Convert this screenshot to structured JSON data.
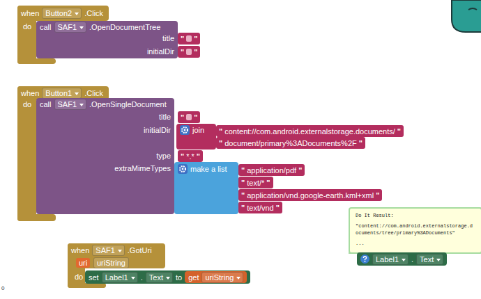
{
  "diagram": {
    "nodes": [
      {
        "text": [
          "when",
          "Button2",
          ".Click",
          "do"
        ]
      },
      {
        "text": [
          "call",
          "SAF1",
          ".OpenDocumentTree",
          "title",
          "initialDir"
        ],
        "in": 0
      },
      {
        "text": [
          "\"",
          "\""
        ],
        "in": 1
      },
      {
        "text": [
          "\"",
          "\""
        ],
        "in": 1
      },
      {
        "text": [
          "when",
          "Button1",
          ".Click",
          "do"
        ]
      },
      {
        "text": [
          "call",
          "SAF1",
          ".OpenSingleDocument",
          "title",
          "initialDir",
          "type",
          "extraMimeTypes"
        ],
        "in": 4
      },
      {
        "text": [
          "\"",
          "\""
        ],
        "in": 5
      },
      {
        "text": [
          "join"
        ],
        "in": 5
      },
      {
        "text": [
          "\"",
          "content://com.android.externalstorage.documents/",
          "\""
        ],
        "in": 7
      },
      {
        "text": [
          "\"",
          "document/primary%3ADocuments%2F",
          "\""
        ],
        "in": 7
      },
      {
        "text": [
          "\"",
          "*.*",
          "\""
        ],
        "in": 5
      },
      {
        "text": [
          "make a list"
        ],
        "in": 5
      },
      {
        "text": [
          "\"",
          "application/pdf",
          "\""
        ],
        "in": 11
      },
      {
        "text": [
          "\"",
          "text/*",
          "\""
        ],
        "in": 11
      },
      {
        "text": [
          "\"",
          "application/vnd.google-earth.kml+xml",
          "\""
        ],
        "in": 11
      },
      {
        "text": [
          "\"",
          "text/vnd",
          "\""
        ],
        "in": 11
      },
      {
        "text": [
          "when",
          "SAF1",
          ".GotUri",
          "uri",
          "uriString",
          "do"
        ]
      },
      {
        "text": [
          "set",
          "Label1",
          ".",
          "Text",
          "to"
        ],
        "in": 16
      },
      {
        "text": [
          "get",
          "uriString"
        ],
        "in": 17
      },
      {
        "text": [
          "Do It Result:",
          "\"content://com.android.externalstorage.documents/tree/primary%3ADocuments\"",
          "..."
        ]
      },
      {
        "text": [
          "Label1",
          ".",
          "Text"
        ]
      }
    ],
    "edges": [
      {
        "from": 19,
        "to": 20,
        "arrow": "none"
      }
    ],
    "labels": [
      "0"
    ]
  }
}
